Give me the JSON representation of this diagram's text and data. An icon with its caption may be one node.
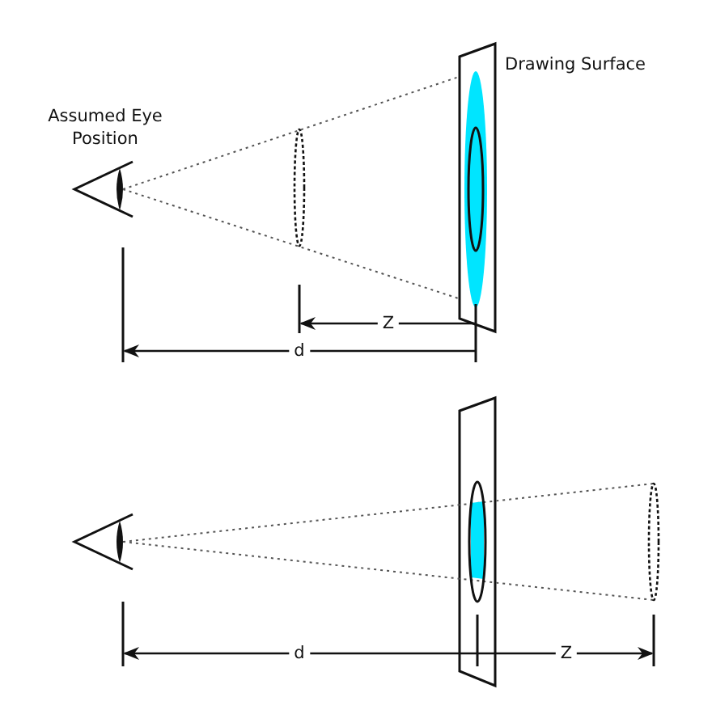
{
  "diagram": {
    "labels": [
      "Assumed Eye Position",
      "Drawing Surface",
      "Z",
      "d",
      "d",
      "Z"
    ]
  }
}
